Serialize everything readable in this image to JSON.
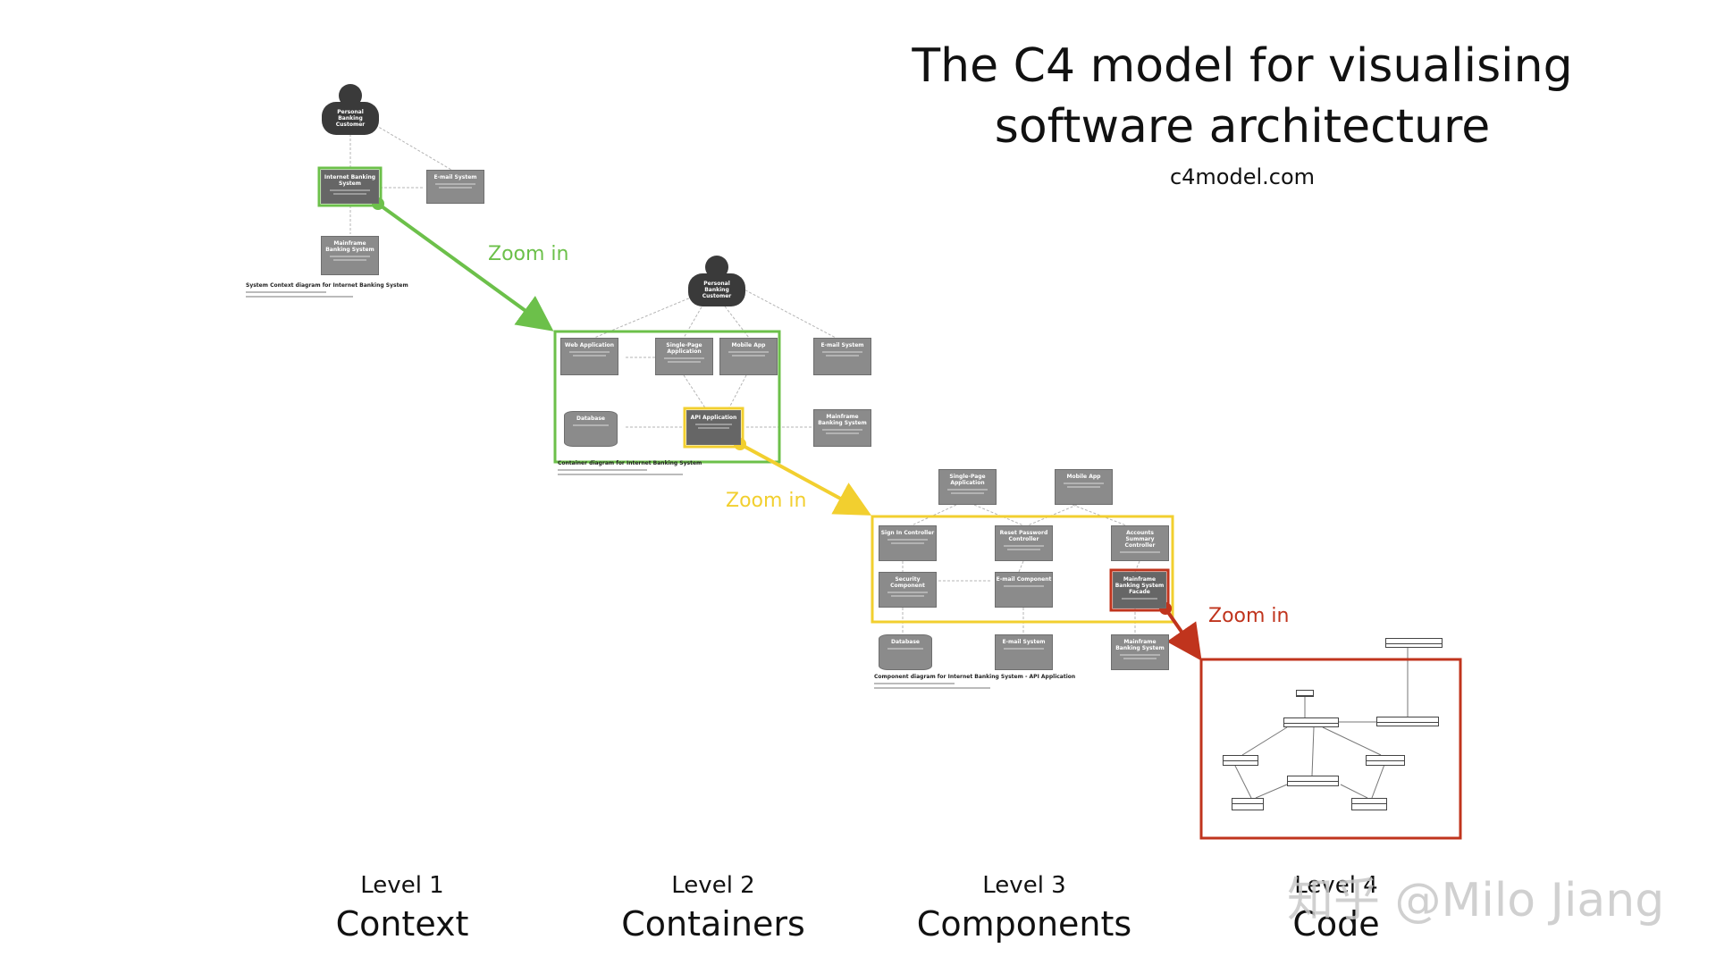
{
  "title": {
    "line1": "The C4 model for visualising",
    "line2": "software architecture",
    "site": "c4model.com"
  },
  "zoom_label": "Zoom in",
  "colors": {
    "green": "#6cc04a",
    "yellow": "#f2cf2f",
    "red": "#c0341d",
    "box": "#8b8b8b",
    "person": "#3a3a3a"
  },
  "levels": [
    {
      "num": "Level 1",
      "name": "Context"
    },
    {
      "num": "Level 2",
      "name": "Containers"
    },
    {
      "num": "Level 3",
      "name": "Components"
    },
    {
      "num": "Level 4",
      "name": "Code"
    }
  ],
  "level1": {
    "person": "Personal Banking Customer",
    "boxes": {
      "internet_banking": "Internet Banking System",
      "email": "E-mail System",
      "mainframe": "Mainframe Banking System"
    },
    "caption": "System Context diagram for Internet Banking System"
  },
  "level2": {
    "person": "Personal Banking Customer",
    "boxes": {
      "web_app": "Web Application",
      "spa": "Single-Page Application",
      "mobile": "Mobile App",
      "email": "E-mail System",
      "database": "Database",
      "api": "API Application",
      "mainframe": "Mainframe Banking System"
    },
    "caption": "Container diagram for Internet Banking System"
  },
  "level3": {
    "boxes": {
      "spa": "Single-Page Application",
      "mobile": "Mobile App",
      "signin": "Sign In Controller",
      "reset": "Reset Password Controller",
      "accounts": "Accounts Summary Controller",
      "security": "Security Component",
      "email_comp": "E-mail Component",
      "mainframe_facade": "Mainframe Banking System Facade",
      "database": "Database",
      "email_sys": "E-mail System",
      "mainframe": "Mainframe Banking System"
    },
    "caption": "Component diagram for Internet Banking System - API Application"
  },
  "watermark": "知乎 @Milo Jiang"
}
